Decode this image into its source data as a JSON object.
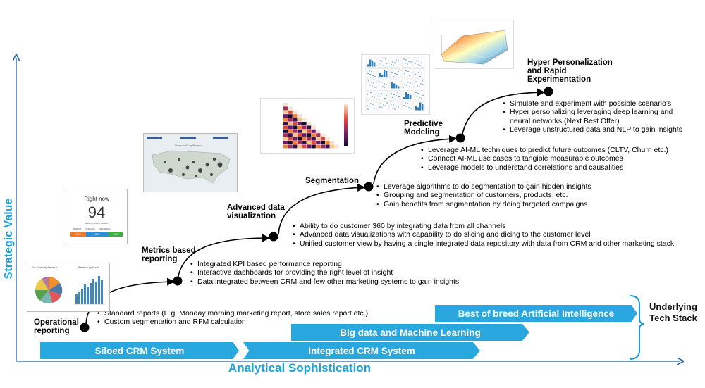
{
  "axes": {
    "y_label": "Strategic Value",
    "x_label": "Analytical Sophistication"
  },
  "stages": [
    {
      "title": "Operational\nreporting",
      "bullets": [
        "Standard reports (E.g. Monday morning marketing report, store sales report etc.)",
        "Custom segmentation and RFM calculation"
      ]
    },
    {
      "title": "Metrics based\nreporting",
      "bullets": [
        "Integrated KPI based performance reporting",
        "Interactive dashboards for providing the right level of insight",
        "Data integrated between CRM and few other marketing systems to gain insights"
      ]
    },
    {
      "title": "Advanced data\nvisualization",
      "bullets": [
        "Ability to do customer 360 by integrating data from all channels",
        "Advanced data visualizations with capability to do slicing and dicing to the customer level",
        "Unified customer view by having a single integrated data repository with data from CRM and other marketing stack"
      ]
    },
    {
      "title": "Segmentation",
      "bullets": [
        "Leverage algorithms to do segmentation to gain hidden insights",
        "Grouping and segmentation of customers, products, etc.",
        "Gain benefits from segmentation by doing targeted campaigns"
      ]
    },
    {
      "title": "Predictive\nModeling",
      "bullets": [
        "Leverage AI-ML techniques to predict future outcomes (CLTV, Churn etc.)",
        "Connect AI-ML use cases to tangible measurable outcomes",
        "Leverage models to understand correlations and causalities"
      ]
    },
    {
      "title": "Hyper Personalization\nand Rapid\nExperimentation",
      "bullets": [
        "Simulate and experiment with possible scenario’s",
        "Hyper personalizing leveraging deep learning and\nneural networks (Next Best Offer)",
        "Leverage unstructured data and NLP to gain insights"
      ]
    }
  ],
  "tech_stack": {
    "label": "Underlying\nTech Stack",
    "bars": [
      "Siloed CRM System",
      "Integrated CRM System",
      "Big data and Machine Learning",
      "Best of breed Artificial Intelligence"
    ]
  },
  "thumbnails": {
    "kpi_card": {
      "heading": "Right now",
      "number": "94",
      "caption": "active visitors on site",
      "legend": [
        "DIRECT",
        "ORGANIC",
        "REFERRAL"
      ],
      "segments": [
        "30%",
        "43%",
        "27%"
      ],
      "colors": [
        "#ef7b2a",
        "#2b8fd6",
        "#3fae49"
      ]
    },
    "dashboard": {
      "left_title": "Top Stores by Revenue",
      "right_title": "Revenue by Month"
    },
    "map": {
      "title": "Stores in US by Revenue"
    }
  },
  "colors": {
    "accent": "#29a8e0",
    "axis": "#1a5fa8",
    "text_accent": "#1ca3dc"
  }
}
